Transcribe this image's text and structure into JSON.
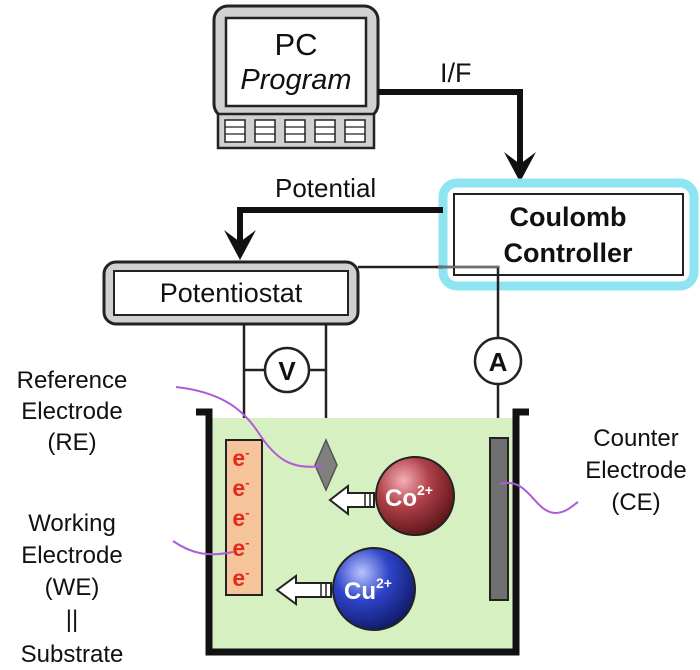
{
  "pc": {
    "line1": "PC",
    "line2": "Program"
  },
  "interface_label": "I/F",
  "potential_label": "Potential",
  "controller": {
    "line1": "Coulomb",
    "line2": "Controller"
  },
  "potentiostat_label": "Potentiostat",
  "voltmeter_label": "V",
  "ammeter_label": "A",
  "reference_electrode": {
    "line1": "Reference",
    "line2": "Electrode",
    "line3": "(RE)"
  },
  "counter_electrode": {
    "line1": "Counter",
    "line2": "Electrode",
    "line3": "(CE)"
  },
  "working_electrode": {
    "line1": "Working",
    "line2": "Electrode",
    "line3": "(WE)",
    "line4": "||",
    "line5": "Substrate"
  },
  "electron": {
    "symbol": "e",
    "charge": "-"
  },
  "ions": [
    {
      "symbol": "Co",
      "charge": "2+"
    },
    {
      "symbol": "Cu",
      "charge": "2+"
    }
  ],
  "colors": {
    "controller_border": "#8fe4f2",
    "electrolyte": "#d6f0c2",
    "working_electrode": "#f5c49a",
    "electron_text": "#e8281b",
    "cobalt_ion": "#9b3038",
    "copper_ion": "#2a3fb6",
    "counter_electrode": "#707070",
    "wire_annotation": "#b05ad8"
  }
}
